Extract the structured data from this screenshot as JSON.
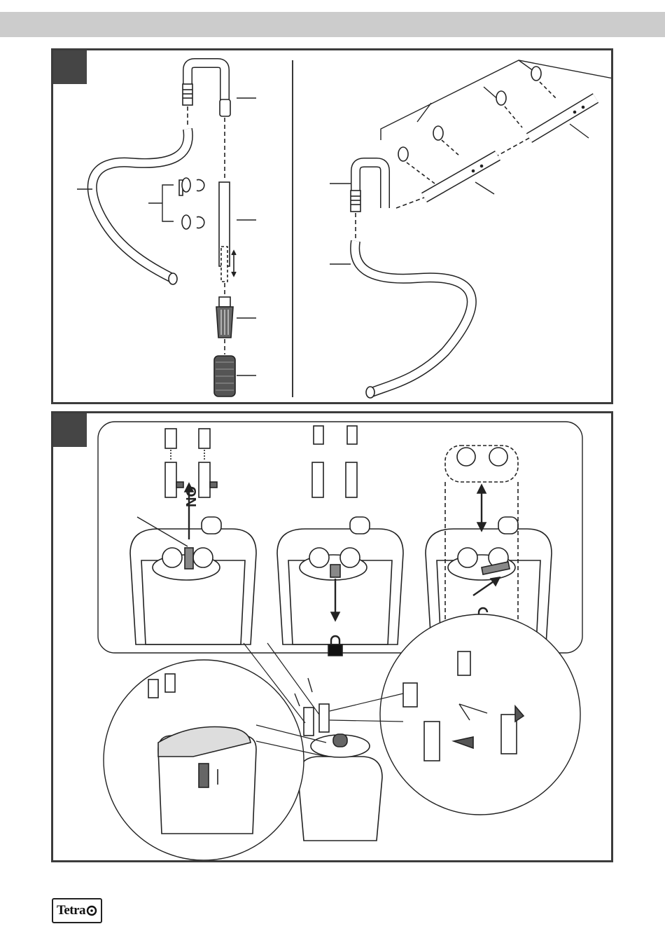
{
  "header": {
    "bar_color": "#cccccc"
  },
  "panel1": {
    "step_marker": "",
    "left_assembly": [
      "intake-tube",
      "suction-cups",
      "strainer",
      "sponge-prefilter",
      "hose"
    ],
    "right_assembly": [
      "spray-bar",
      "suction-cups",
      "elbow",
      "hose"
    ]
  },
  "panel2": {
    "step_marker": "",
    "on_label": "ON",
    "lock_icon": "lock-closed-icon",
    "unlock_icon": "lock-open-icon"
  },
  "footer": {
    "logo_text": "Tetra",
    "logo_mark": "tetra-logo-circle-icon"
  },
  "colors": {
    "frame": "#3c3c3c",
    "step_box": "#454545",
    "line": "#222222",
    "fill_dark": "#888888"
  }
}
